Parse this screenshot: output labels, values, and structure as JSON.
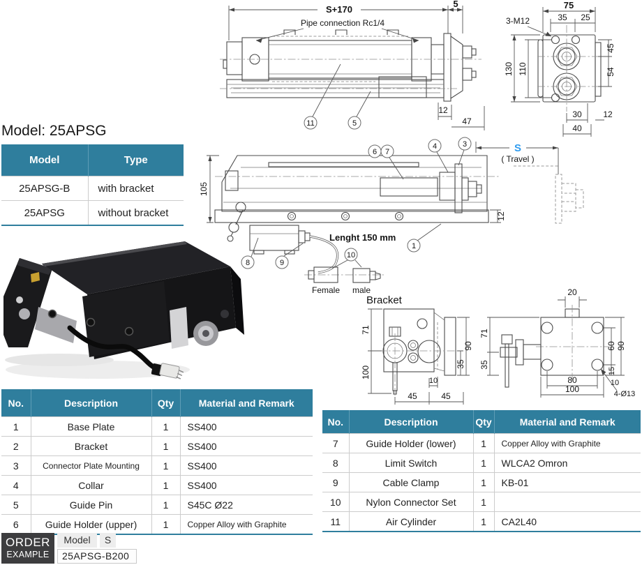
{
  "title": "Model: 25APSG",
  "colors": {
    "accent_teal": "#2f7e9d",
    "travel_blue": "#2e9bef",
    "order_box_dark": "#3d3d3f",
    "highlight_yellow": "#e7b93a"
  },
  "model_table": {
    "headers": {
      "model": "Model",
      "type": "Type"
    },
    "rows": [
      {
        "model": "25APSG-B",
        "type": "with bracket"
      },
      {
        "model": "25APSG",
        "type": "without bracket"
      }
    ]
  },
  "parts_left": {
    "headers": {
      "no": "No.",
      "desc": "Description",
      "qty": "Qty",
      "mat": "Material and Remark"
    },
    "rows": [
      {
        "no": "1",
        "desc": "Base Plate",
        "qty": "1",
        "mat": "SS400"
      },
      {
        "no": "2",
        "desc": "Bracket",
        "qty": "1",
        "mat": "SS400"
      },
      {
        "no": "3",
        "desc": "Connector Plate Mounting",
        "qty": "1",
        "mat": "SS400"
      },
      {
        "no": "4",
        "desc": "Collar",
        "qty": "1",
        "mat": "SS400"
      },
      {
        "no": "5",
        "desc": "Guide Pin",
        "qty": "1",
        "mat": "S45C Ø22"
      },
      {
        "no": "6",
        "desc": "Guide Holder (upper)",
        "qty": "1",
        "mat": "Copper Alloy with Graphite"
      }
    ]
  },
  "parts_right": {
    "headers": {
      "no": "No.",
      "desc": "Description",
      "qty": "Qty",
      "mat": "Material and Remark"
    },
    "rows": [
      {
        "no": "7",
        "desc": "Guide Holder (lower)",
        "qty": "1",
        "mat": "Copper Alloy with Graphite"
      },
      {
        "no": "8",
        "desc": "Limit Switch",
        "qty": "1",
        "mat": "WLCA2 Omron"
      },
      {
        "no": "9",
        "desc": "Cable Clamp",
        "qty": "1",
        "mat": "KB-01"
      },
      {
        "no": "10",
        "desc": "Nylon Connector Set",
        "qty": "1",
        "mat": ""
      },
      {
        "no": "11",
        "desc": "Air Cylinder",
        "qty": "1",
        "mat": "CA2L40"
      }
    ]
  },
  "order_example": {
    "line1": "ORDER",
    "line2": "EXAMPLE",
    "model_label": "Model",
    "travel_label": "S",
    "value": "25APSG-B200"
  },
  "drawings": {
    "top_view": {
      "dim_length": "S+170",
      "dim_end_offset": "5",
      "pipe_label": "Pipe connection Rc1/4",
      "dim_12": "12",
      "dim_47": "47",
      "callout_cylinder": "11",
      "callout_pin": "5"
    },
    "end_view": {
      "dim_width": "75",
      "dim_35": "35",
      "dim_25": "25",
      "thread_label": "3-M12",
      "dim_130": "130",
      "dim_110": "110",
      "dim_45": "45",
      "dim_54": "54",
      "dim_30": "30",
      "dim_12": "12",
      "dim_40": "40"
    },
    "side_view": {
      "dim_height": "105",
      "dim_base": "12",
      "callout_1": "1",
      "callout_3": "3",
      "callout_4": "4",
      "callout_6": "6",
      "callout_7": "7",
      "travel_s": "S",
      "travel_label": "( Travel )"
    },
    "cable": {
      "length_label": "Lenght 150 mm",
      "callout_8": "8",
      "callout_9": "9",
      "callout_10": "10",
      "female_label": "Female",
      "male_label": "male"
    },
    "bracket": {
      "title": "Bracket",
      "left": {
        "dim_71": "71",
        "dim_100": "100",
        "dim_90": "90",
        "dim_35": "35",
        "dim_10": "10",
        "dim_45a": "45",
        "dim_45b": "45"
      },
      "right": {
        "dim_20": "20",
        "dim_71": "71",
        "dim_35": "35",
        "dim_60": "60",
        "dim_90": "90",
        "dim_15": "15",
        "dim_80": "80",
        "dim_100": "100",
        "dim_10": "10",
        "holes_label": "4-Ø13"
      }
    }
  }
}
